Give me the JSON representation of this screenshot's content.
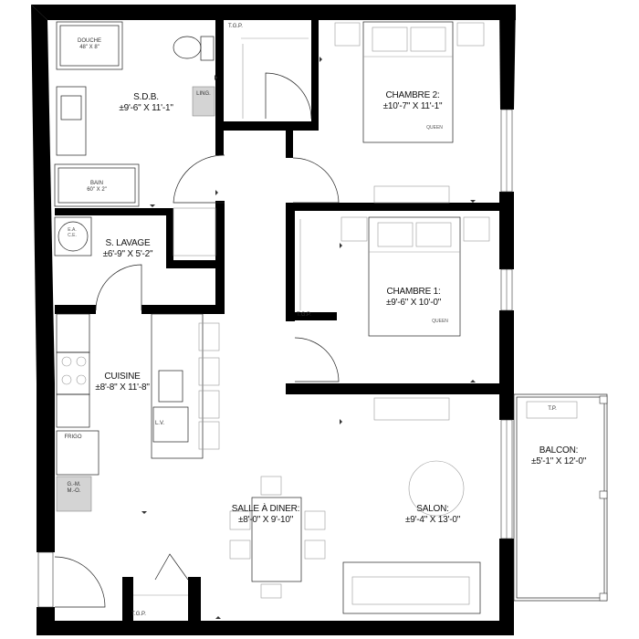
{
  "rooms": {
    "sdb": {
      "name": "S.D.B.",
      "dim": "±9'-6\" X 11'-1\""
    },
    "chambre2": {
      "name": "CHAMBRE 2:",
      "dim": "±10'-7\" X 11'-1\""
    },
    "lavage": {
      "name": "S. LAVAGE",
      "dim": "±6'-9\" X 5'-2\""
    },
    "chambre1": {
      "name": "CHAMBRE 1:",
      "dim": "±9'-6\" X 10'-0\""
    },
    "cuisine": {
      "name": "CUISINE",
      "dim": "±8'-8\" X 11'-8\""
    },
    "balcon": {
      "name": "BALCON:",
      "dim": "±5'-1\" X 12'-0\""
    },
    "salle_diner": {
      "name": "SALLE À DINER:",
      "dim": "±8'-0\" X 9'-10\""
    },
    "salon": {
      "name": "SALON:",
      "dim": "±9'-4\" X 13'-0\""
    }
  },
  "fixtures": {
    "douche": "DOUCHE",
    "douche_dim": "48\" X 8\"",
    "bain": "BAIN",
    "bain_dim": "60\" X 2\"",
    "ling": "LING.",
    "tgp": "T.G.P.",
    "queen": "QUEEN",
    "lv": "L.V.",
    "frigo": "FRIGO",
    "gm": "G.-M.",
    "mo": "M.-O.",
    "tp": "T.P.",
    "ea": "E.A.",
    "ce": "C.E."
  }
}
